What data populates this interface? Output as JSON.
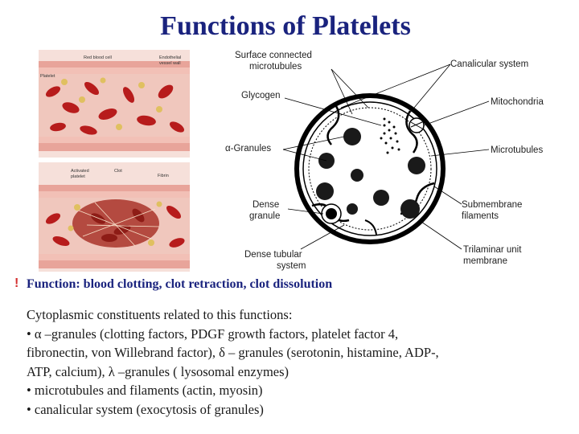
{
  "title": "Functions of Platelets",
  "vessel_figure": {
    "top_labels": {
      "rbc": "Red blood cell",
      "wall_line1": "Endothelial",
      "wall_line2": "vessel wall",
      "platelet": "Platelet"
    },
    "bottom_labels": {
      "activated_line1": "Activated",
      "activated_line2": "platelet",
      "clot": "Clot",
      "fibrin": "Fibrin"
    }
  },
  "platelet_diagram": {
    "labels": {
      "surface_microtubules_line1": "Surface connected",
      "surface_microtubules_line2": "microtubules",
      "glycogen": "Glycogen",
      "alpha_granules": "α-Granules",
      "dense_granule_line1": "Dense",
      "dense_granule_line2": "granule",
      "dense_tubular_line1": "Dense tubular",
      "dense_tubular_line2": "system",
      "canalicular": "Canalicular system",
      "mitochondria": "Mitochondria",
      "microtubules": "Microtubules",
      "submembrane_line1": "Submembrane",
      "submembrane_line2": "filaments",
      "trilaminar_line1": "Trilaminar unit",
      "trilaminar_line2": "membrane"
    }
  },
  "function_mark": "!",
  "function_line": "Function: blood clotting, clot retraction, clot dissolution",
  "body_lines": [
    "Cytoplasmic constituents related to this functions:",
    "• α –granules (clotting factors, PDGF growth factors, platelet factor 4,",
    "fibronectin, von  Willebrand factor), δ – granules (serotonin, histamine, ADP-,",
    "ATP, calcium), λ –granules ( lysosomal enzymes)",
    "• microtubules and filaments (actin, myosin)",
    "• canalicular system (exocytosis of granules)"
  ],
  "colors": {
    "title": "#1a237e",
    "function_mark": "#d32f2f",
    "rbc": "#b71c1c",
    "vessel_bg": "#f3c9c0",
    "platelet": "#e0c060"
  }
}
